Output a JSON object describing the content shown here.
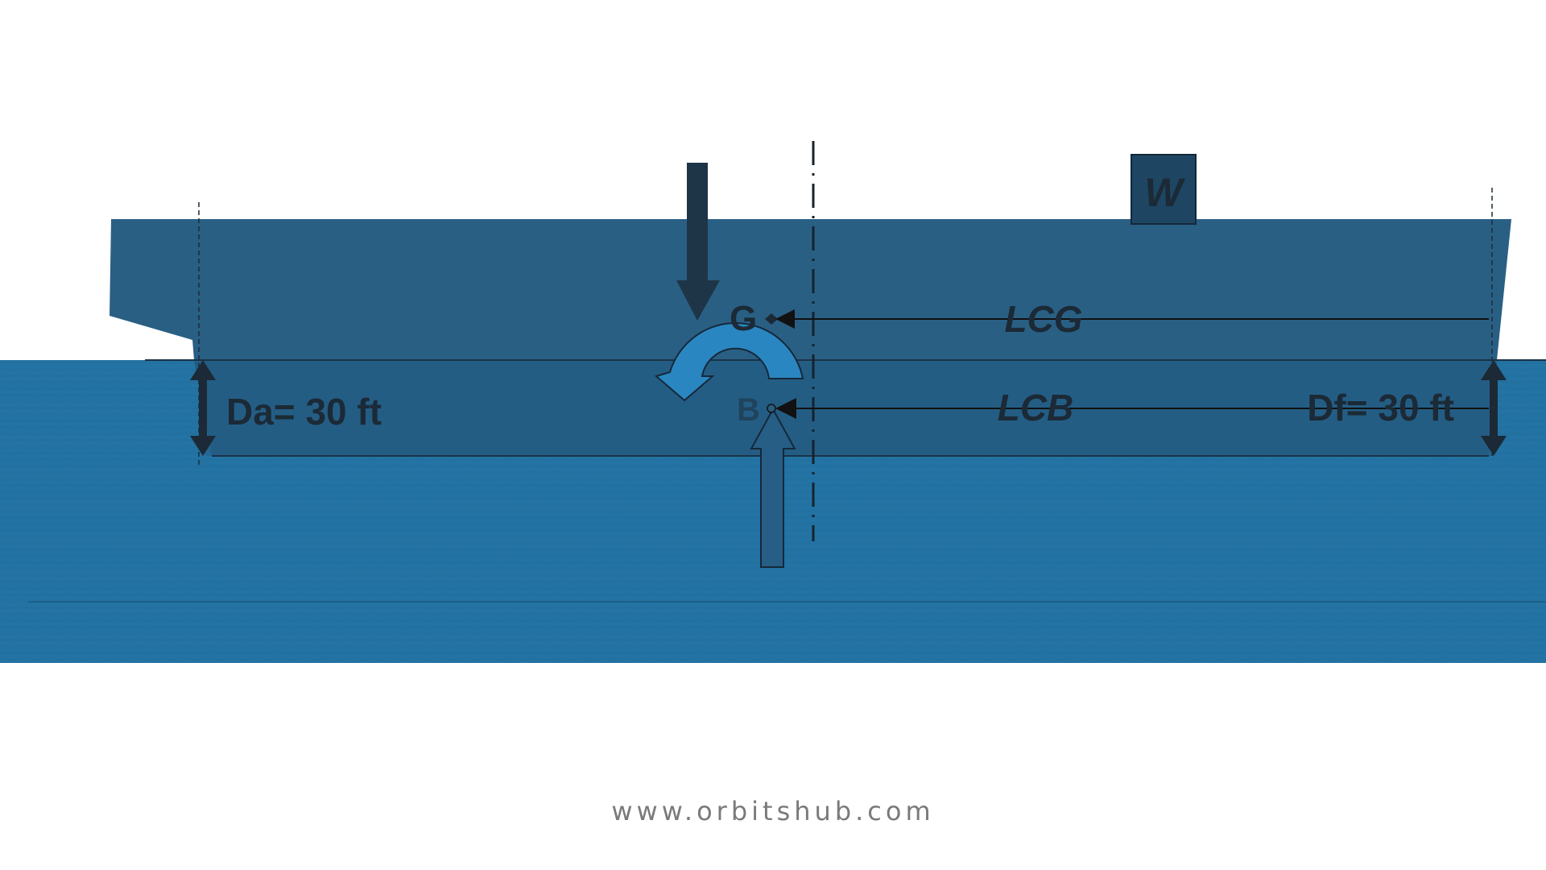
{
  "diagram": {
    "labels": {
      "weight_box": "W",
      "center_of_gravity": "G",
      "center_of_buoyancy": "B",
      "lcg": "LCG",
      "lcb": "LCB",
      "draft_aft": "Da= 30 ft",
      "draft_forward": "Df= 30 ft"
    },
    "colors": {
      "hull": "#235a80",
      "water": "#2373a4",
      "arrow_dark": "#1e3447",
      "moment_arrow": "#2a86c0",
      "background": "#ffffff"
    }
  },
  "footer": {
    "url": "www.orbitshub.com"
  }
}
